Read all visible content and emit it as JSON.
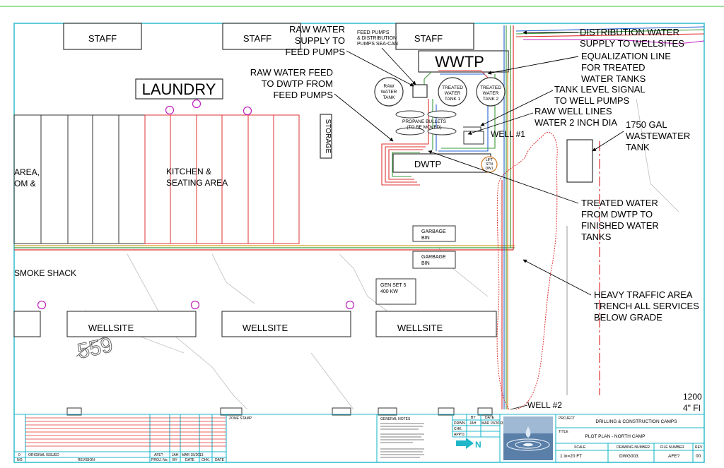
{
  "buildings": {
    "staff_1": "STAFF",
    "staff_2": "STAFF",
    "staff_3": "STAFF",
    "laundry": "LAUNDRY",
    "wwtp": "WWTP",
    "storage": "STORAGE",
    "kitchen_line1": "KITCHEN &",
    "kitchen_line2": "SEATING AREA",
    "area_line1": "AREA,",
    "area_line2": "OM &",
    "dwtp": "DWTP",
    "smoke_shack": "SMOKE SHACK",
    "garbage_bin_1_line1": "GARBAGE",
    "garbage_bin_1_line2": "BIN",
    "garbage_bin_2_line1": "GARBAGE",
    "garbage_bin_2_line2": "BIN",
    "gen_set_line1": "GEN SET 5",
    "gen_set_line2": "400 KW",
    "wellsite_1": "WELLSITE",
    "wellsite_2": "WELLSITE",
    "wellsite_3": "WELLSITE",
    "well_1": "WELL #1",
    "well_2": "WELL #2",
    "road_number": "559"
  },
  "tanks": {
    "raw_water_line1": "RAW",
    "raw_water_line2": "WATER",
    "raw_water_line3": "TANK",
    "treated_1_line1": "TREATED",
    "treated_1_line2": "WATER",
    "treated_1_line3": "TANK 1",
    "treated_2_line1": "TREATED",
    "treated_2_line2": "WATER",
    "treated_2_line3": "TANK 2",
    "propane_line1": "PROPANE BULLETS",
    "propane_line2": "(TO BE MOVED)",
    "lift_line1": "LIFT",
    "lift_line2": "STN",
    "lift_line3": "DW1"
  },
  "annotations": {
    "raw_supply": [
      "RAW WATER",
      "SUPPLY TO",
      "FEED PUMPS"
    ],
    "feed_pumps_note": [
      "FEED PUMPS",
      "& DISTRIBUTION",
      "PUMPS SEA-CAN"
    ],
    "raw_feed_dwtp": [
      "RAW WATER FEED",
      "TO DWTP FROM",
      "FEED PUMPS"
    ],
    "distribution": [
      "DISTRIBUTION WATER",
      "SUPPLY TO WELLSITES"
    ],
    "equalization": [
      "EQUALIZATION LINE",
      "FOR TREATED",
      "WATER TANKS"
    ],
    "tank_level": [
      "TANK LEVEL SIGNAL",
      "TO WELL PUMPS"
    ],
    "raw_well": [
      "RAW WELL LINES",
      "WATER 2 INCH DIA"
    ],
    "wastewater_tank": [
      "1750 GAL",
      "WASTEWATER",
      "TANK"
    ],
    "treated_from_dwtp": [
      "TREATED WATER",
      "FROM DWTP TO",
      "FINISHED WATER",
      "TANKS"
    ],
    "heavy_traffic": [
      "HEAVY TRAFFIC AREA",
      "TRENCH ALL SERVICES",
      "BELOW GRADE"
    ],
    "edge_1": "1200",
    "edge_2": "4\" FI"
  },
  "title_block": {
    "general_notes_heading": "GENERAL NOTES",
    "north_label": "N",
    "project_label": "PROJECT",
    "project_value": "DRILLING & CONSTRUCTION CAMPS",
    "title_label": "TITLE",
    "title_value": "PLOT PLAN - NORTH CAMP",
    "scale_label": "SCALE",
    "scale_value": "1 in=20 FT",
    "drawing_number_label": "DRAWING NUMBER",
    "drawing_number_value": "DWG003",
    "file_number_label": "FILE NUMBER",
    "file_number_value": "AFE?",
    "rev_label": "REV",
    "rev_value": "00",
    "drwn_label": "DRWN.",
    "chk_label": "CHK.",
    "app_label": "APP'D.",
    "by_label": "BY",
    "date_label": "DATE",
    "drwn_by": "JAH",
    "drwn_date": "MAR 15/2013",
    "revision_no_header": "NO.",
    "revision_header": "REVISION",
    "proj_no_header": "PROJ. No.",
    "rev_by_header": "BY",
    "rev_date_header": "DATE",
    "rev_chk_header": "CHK.",
    "rev_date2_header": "DATE",
    "rev_row_no": "0",
    "rev_row_desc": "ORIGINAL ISSUED",
    "rev_row_proj": "AFE?",
    "rev_row_by": "JAH",
    "rev_row_date": "MAR 15/2013",
    "zone_stamp_label": "ZONE STAMP"
  },
  "colors": {
    "cad_cyan": "#1fb7c8",
    "pipe_red": "#e03030",
    "pipe_green": "#3a9a3a",
    "pipe_blue": "#2060d0",
    "accent_magenta": "#c020c0",
    "lift_orange": "#d07a20",
    "header_rule": "#5fcf5f"
  }
}
